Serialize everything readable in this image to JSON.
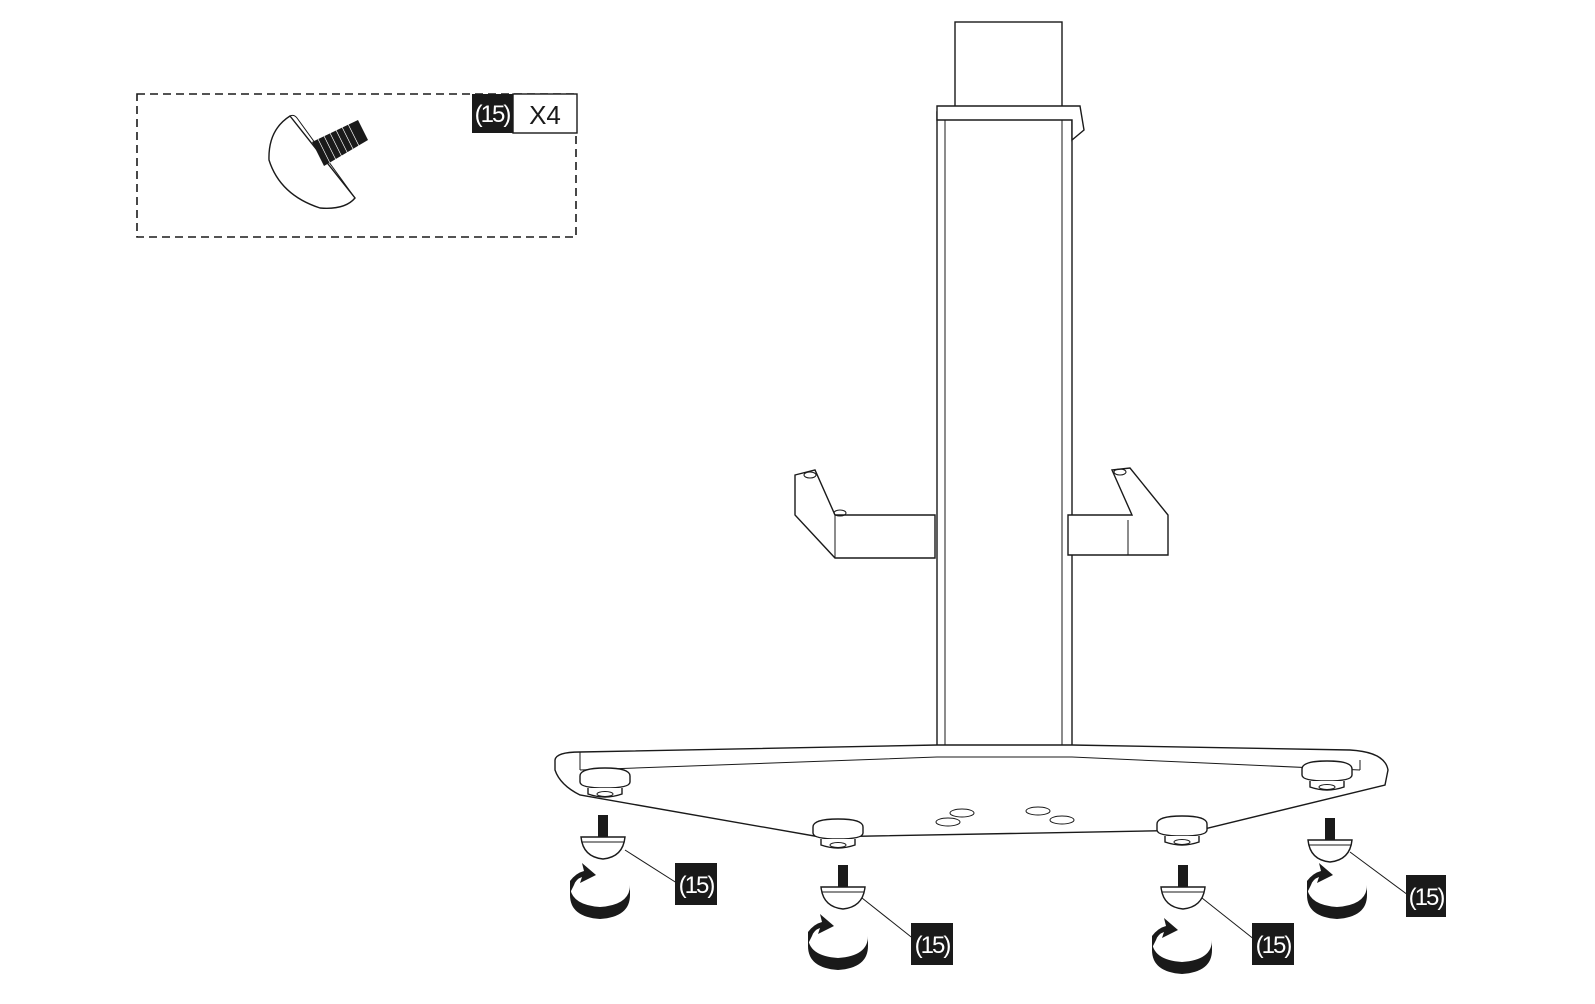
{
  "parts_box": {
    "part_number": "(15)",
    "quantity": "X4"
  },
  "callouts": [
    {
      "label": "(15)"
    },
    {
      "label": "(15)"
    },
    {
      "label": "(15)"
    },
    {
      "label": "(15)"
    }
  ],
  "colors": {
    "ink": "#1a1a1a",
    "background": "#ffffff"
  }
}
